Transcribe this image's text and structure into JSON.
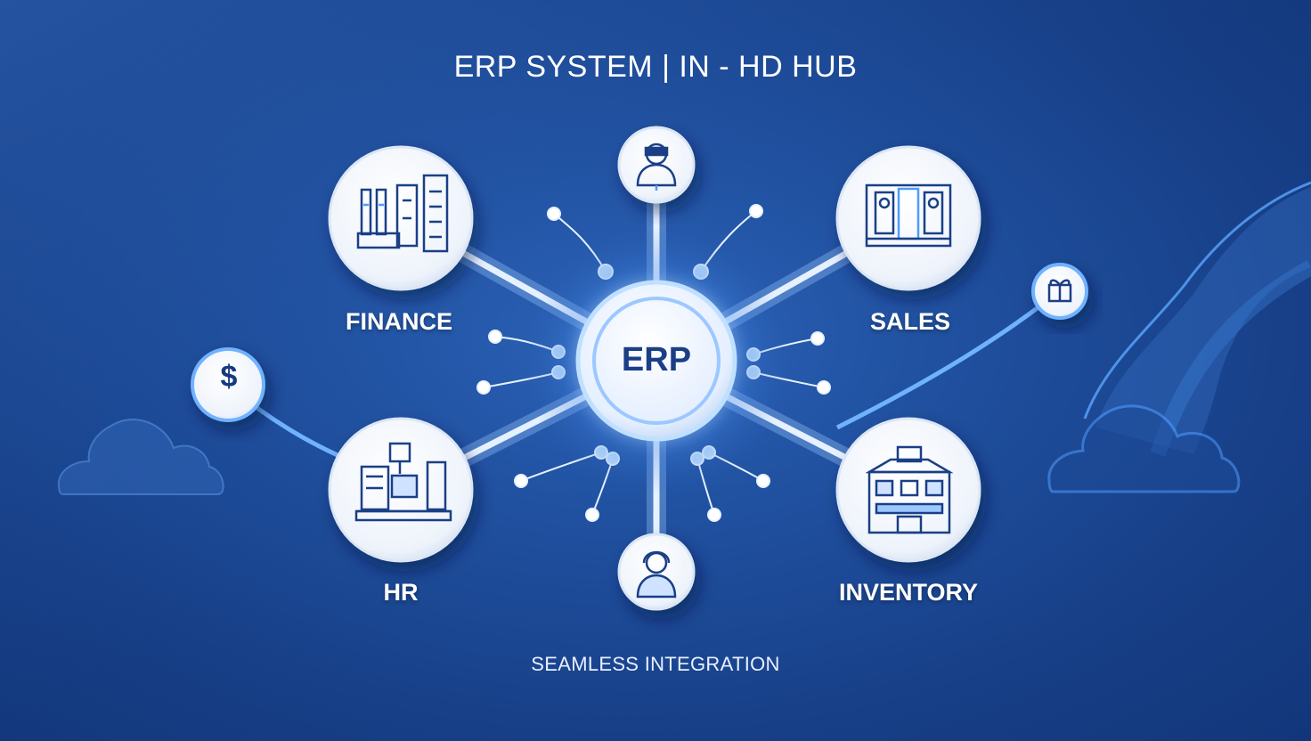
{
  "title": "ERP SYSTEM | IN - HD HUB",
  "hub": {
    "label": "ERP"
  },
  "modules": {
    "finance": {
      "label": "FINANCE",
      "icon": "factory-icon"
    },
    "sales": {
      "label": "SALES",
      "icon": "storefront-icon"
    },
    "hr": {
      "label": "HR",
      "icon": "office-desk-icon"
    },
    "inventory": {
      "label": "INVENTORY",
      "icon": "warehouse-icon"
    },
    "top": {
      "icon": "user-workstation-icon"
    },
    "bottom": {
      "icon": "user-headset-icon"
    }
  },
  "extras": {
    "dollar": {
      "label": "$",
      "icon": "dollar-icon"
    },
    "gift": {
      "icon": "gift-box-icon"
    },
    "clouds": [
      "cloud-left-icon",
      "cloud-right-icon"
    ]
  },
  "footer": "SEAMLESS INTEGRATION",
  "colors": {
    "background": "#1f4f9e",
    "connector": "#cfe4ff",
    "hub_glow": "#6fb6ff",
    "icon_stroke": "#1a3f86",
    "icon_accent": "#4f9bff"
  }
}
